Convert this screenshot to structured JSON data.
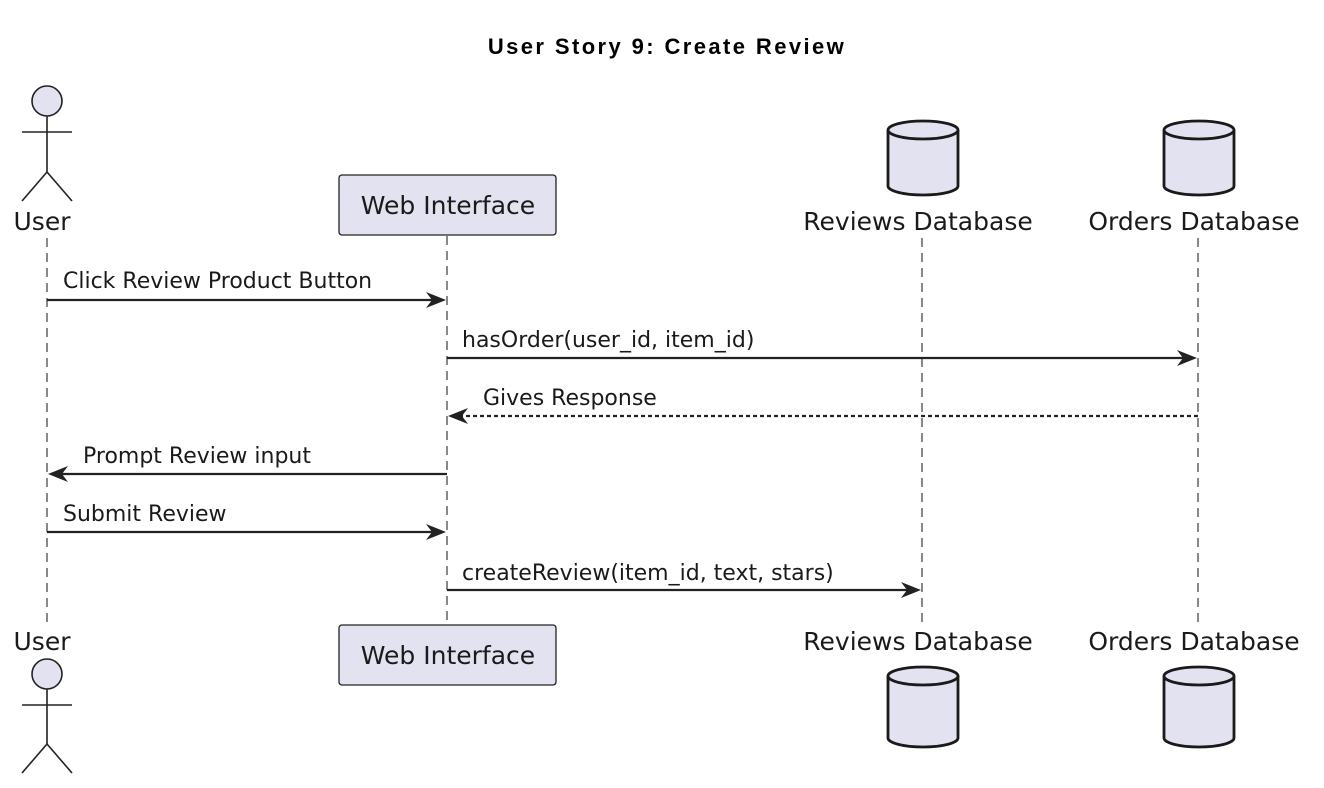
{
  "title": "User Story 9: Create Review",
  "participants": [
    {
      "id": "user",
      "label": "User",
      "kind": "actor"
    },
    {
      "id": "web",
      "label": "Web Interface",
      "kind": "participant"
    },
    {
      "id": "reviews_db",
      "label": "Reviews Database",
      "kind": "database"
    },
    {
      "id": "orders_db",
      "label": "Orders Database",
      "kind": "database"
    }
  ],
  "messages": [
    {
      "from": "user",
      "to": "web",
      "label": "Click Review Product Button",
      "style": "solid"
    },
    {
      "from": "web",
      "to": "orders_db",
      "label": "hasOrder(user_id, item_id)",
      "style": "solid"
    },
    {
      "from": "orders_db",
      "to": "web",
      "label": "Gives Response",
      "style": "dashed"
    },
    {
      "from": "web",
      "to": "user",
      "label": "Prompt Review input",
      "style": "solid"
    },
    {
      "from": "user",
      "to": "web",
      "label": "Submit Review",
      "style": "solid"
    },
    {
      "from": "web",
      "to": "reviews_db",
      "label": "createReview(item_id, text, stars)",
      "style": "solid"
    }
  ],
  "colors": {
    "participant_fill": "#e2e2f0",
    "stroke": "#222222"
  }
}
